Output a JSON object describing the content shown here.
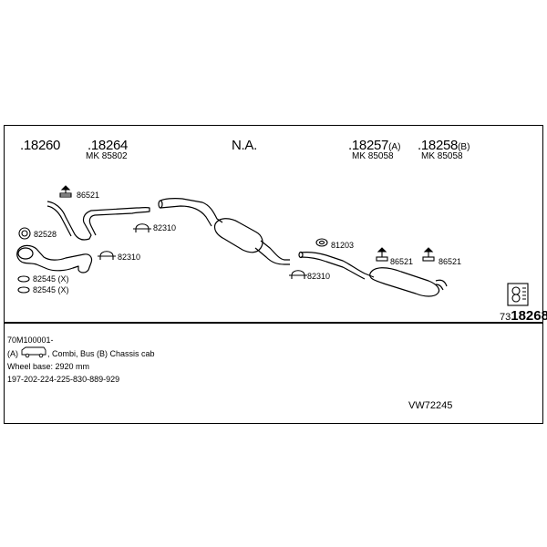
{
  "header": {
    "codes": [
      {
        "main": ".18260",
        "suffix": "",
        "mk": ""
      },
      {
        "main": ".18264",
        "suffix": "",
        "mk": "MK 85802"
      },
      {
        "main": "N.A.",
        "suffix": "",
        "mk": ""
      },
      {
        "main": ".18257",
        "suffix": "(A)",
        "mk": "MK 85058"
      },
      {
        "main": ".18258",
        "suffix": "(B)",
        "mk": "MK 85058"
      }
    ]
  },
  "parts": {
    "hanger_front": "86521",
    "ring_front": "82528",
    "clamp_mid_1": "82310",
    "clamp_mid_2": "82310",
    "gasket_1": "82545 (X)",
    "gasket_2": "82545 (X)",
    "rubber_rear": "81203",
    "clamp_rear": "82310",
    "hanger_rear_1": "86521",
    "hanger_rear_2": "86521"
  },
  "kit": {
    "prefix": "73",
    "number": "18268"
  },
  "info": {
    "model_code": "70M100001-",
    "body": {
      "a_prefix": "(A)",
      "a_text": ", Combi, Bus (B) Chassis cab"
    },
    "wheel_base": "Wheel base: 2920 mm",
    "codes_line": "197-202-224-225-830-889-929"
  },
  "reference": "VW72245"
}
